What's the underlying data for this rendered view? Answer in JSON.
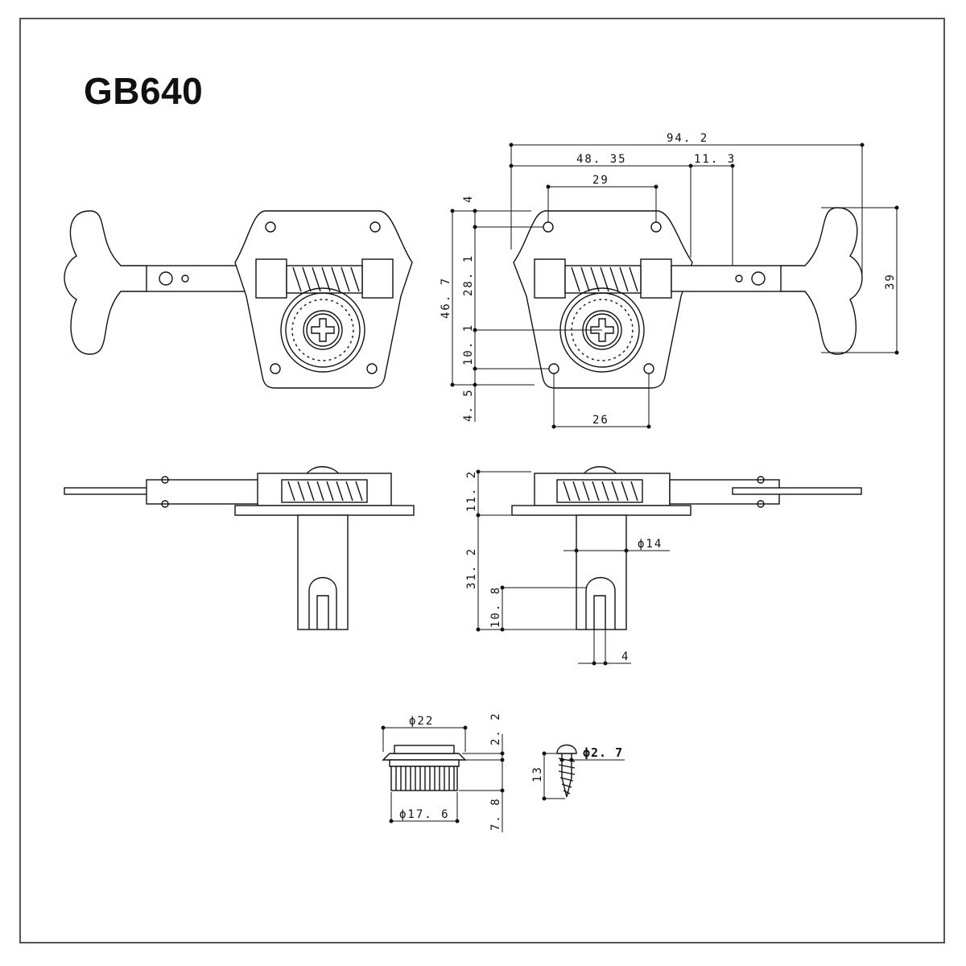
{
  "title": "GB640",
  "dimensions": {
    "overall_length": "94. 2",
    "post_to_edge": "48. 35",
    "post_to_shaft": "11. 3",
    "top_hole_spacing": "29",
    "top_offset": "4",
    "plate_height": "46. 7",
    "post_to_top": "28. 1",
    "post_to_bottom_hole": "10. 1",
    "bottom_offset": "4. 5",
    "bottom_hole_spacing": "26",
    "key_height": "39",
    "gear_height": "11. 2",
    "post_diameter": "ϕ14",
    "post_length": "31. 2",
    "slot_depth": "10. 8",
    "slot_width": "4",
    "bushing_flange_diameter": "ϕ22",
    "bushing_flange_thickness": "2. 2",
    "bushing_diameter": "ϕ17. 6",
    "bushing_height": "7. 8",
    "screw_diameter": "ϕ2. 7",
    "screw_length": "13"
  }
}
